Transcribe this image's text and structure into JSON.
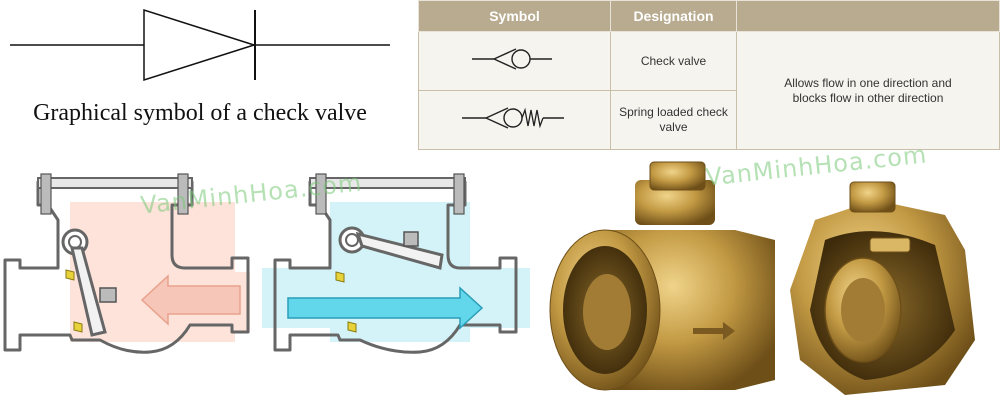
{
  "symbol_caption": "Graphical symbol of a check valve",
  "table": {
    "headers": [
      "Symbol",
      "Designation",
      ""
    ],
    "rows": [
      {
        "designation": "Check valve",
        "symbol_icon": "check-valve-symbol-icon"
      },
      {
        "designation": "Spring loaded check valve",
        "symbol_icon": "spring-loaded-check-valve-symbol-icon"
      }
    ],
    "description": "Allows flow in one direction and blocks flow in other direction"
  },
  "watermark": "VanMinhHoa.com",
  "colors": {
    "header_bg": "#b8ab8f",
    "closed_flow": "#fde3da",
    "open_flow": "#d3f3f8",
    "blocked_arrow": "#f6c6b8",
    "flow_arrow": "#62d6ea",
    "brass": "#c39a44"
  }
}
